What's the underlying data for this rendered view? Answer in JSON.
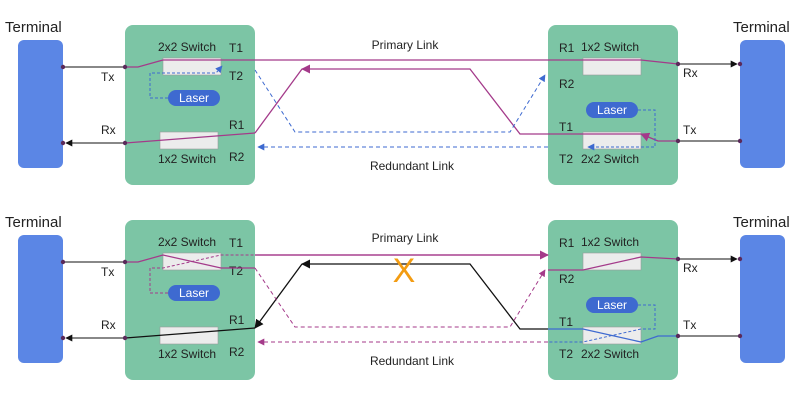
{
  "colors": {
    "terminal": "#5b86e5",
    "panel": "#7cc5a5",
    "switch_box": "#ececec",
    "laser_pill": "#3e6ad0",
    "magenta": "#a43a8a",
    "blue_dash": "#3e6ad0",
    "active": "#111111",
    "cross": "#f39c12",
    "text": "#222222"
  },
  "diagrams": [
    {
      "state": "normal",
      "terminal_left": "Terminal",
      "terminal_right": "Terminal",
      "left_tx": "Tx",
      "left_rx": "Rx",
      "right_rx": "Rx",
      "right_tx": "Tx",
      "left_top_switch": "2x2 Switch",
      "left_top_port1": "T1",
      "left_top_port2": "T2",
      "left_laser": "Laser",
      "left_bottom_switch": "1x2 Switch",
      "left_bottom_port1": "R1",
      "left_bottom_port2": "R2",
      "right_top_switch": "1x2 Switch",
      "right_top_port1": "R1",
      "right_top_port2": "R2",
      "right_laser": "Laser",
      "right_bottom_switch": "2x2 Switch",
      "right_bottom_port1": "T1",
      "right_bottom_port2": "T2",
      "primary_link": "Primary Link",
      "redundant_link": "Redundant Link"
    },
    {
      "state": "primary-failed",
      "terminal_left": "Terminal",
      "terminal_right": "Terminal",
      "left_tx": "Tx",
      "left_rx": "Rx",
      "right_rx": "Rx",
      "right_tx": "Tx",
      "left_top_switch": "2x2 Switch",
      "left_top_port1": "T1",
      "left_top_port2": "T2",
      "left_laser": "Laser",
      "left_bottom_switch": "1x2 Switch",
      "left_bottom_port1": "R1",
      "left_bottom_port2": "R2",
      "right_top_switch": "1x2 Switch",
      "right_top_port1": "R1",
      "right_top_port2": "R2",
      "right_laser": "Laser",
      "right_bottom_switch": "2x2 Switch",
      "right_bottom_port1": "T1",
      "right_bottom_port2": "T2",
      "primary_link": "Primary Link",
      "redundant_link": "Redundant Link",
      "failure_mark": "X"
    }
  ]
}
